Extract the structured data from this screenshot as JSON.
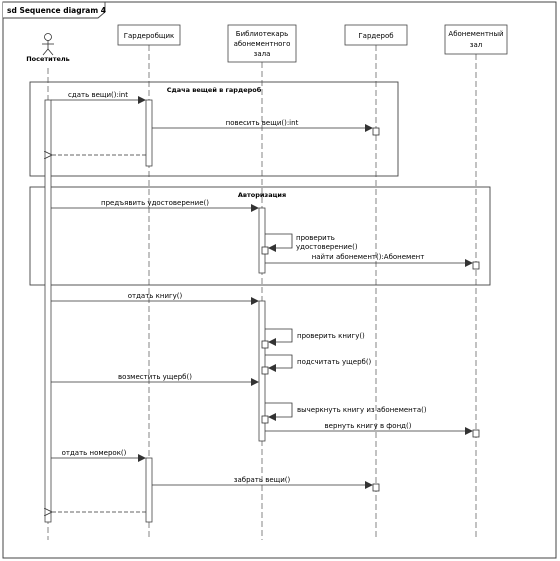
{
  "diagram": {
    "frame_title": "sd Sequence diagram 4",
    "actor": {
      "label": "Посетитель"
    },
    "lifelines": [
      {
        "key": "wardrobe_clerk",
        "label_lines": [
          "Гардеробщик"
        ]
      },
      {
        "key": "library",
        "label_lines": [
          "Библиотекарь",
          "абонементного",
          "зала"
        ]
      },
      {
        "key": "wardrobe",
        "label_lines": [
          "Гардероб"
        ]
      },
      {
        "key": "hall",
        "label_lines": [
          "Абонементный",
          "зал"
        ]
      }
    ],
    "fragments": [
      {
        "key": "frag1",
        "label": "Сдача вещей в гардероб"
      },
      {
        "key": "frag2",
        "label": "Авторизация"
      }
    ],
    "messages": [
      {
        "key": "m1",
        "label": "сдать вещи():int"
      },
      {
        "key": "m2",
        "label": "повесить вещи():int"
      },
      {
        "key": "m3",
        "label": "предъявить удостоверение()"
      },
      {
        "key": "m4",
        "label_lines": [
          "проверить",
          "удостоверение()"
        ]
      },
      {
        "key": "m5",
        "label": "найти абонемент():Абонемент"
      },
      {
        "key": "m6",
        "label": "отдать книгу()"
      },
      {
        "key": "m7",
        "label": "проверить книгу()"
      },
      {
        "key": "m8",
        "label": "подсчитать ущерб()"
      },
      {
        "key": "m9",
        "label": "возместить ущерб()"
      },
      {
        "key": "m10",
        "label": "вычеркнуть книгу из абонемента()"
      },
      {
        "key": "m11",
        "label": "вернуть книгу в фонд()"
      },
      {
        "key": "m12",
        "label": "отдать номерок()"
      },
      {
        "key": "m13",
        "label": "забрать вещи()"
      }
    ]
  }
}
